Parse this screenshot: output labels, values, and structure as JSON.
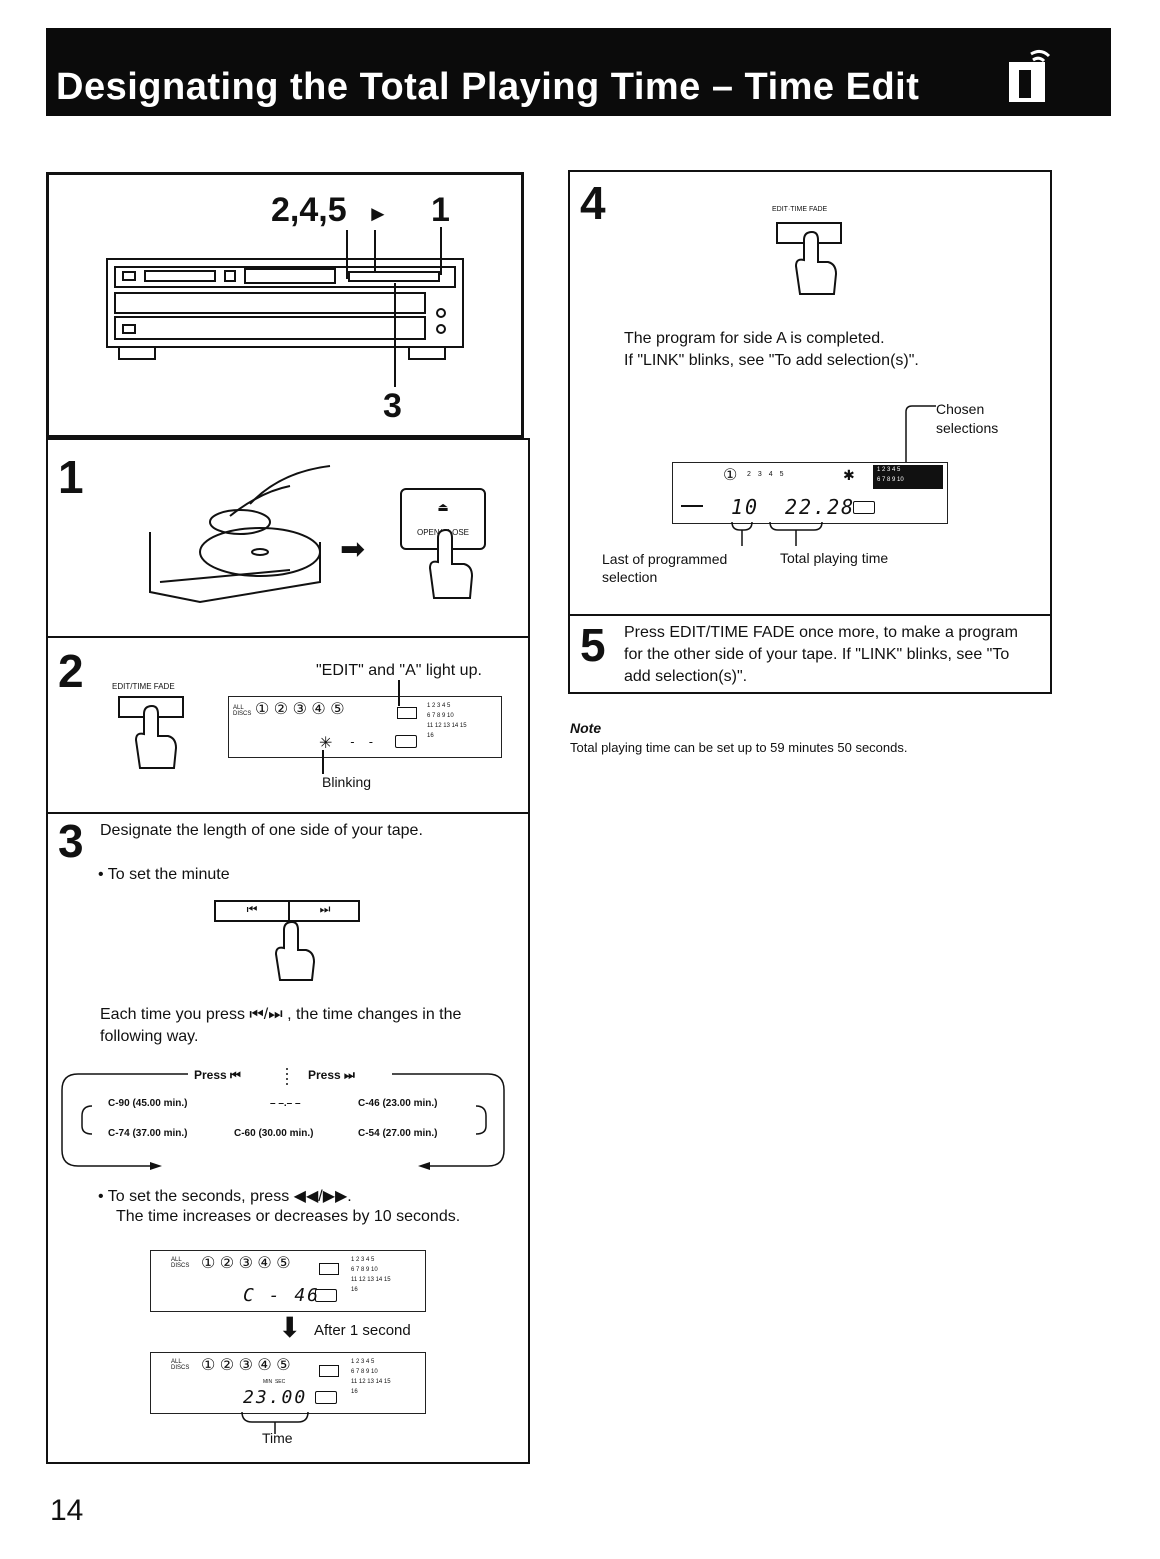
{
  "header": {
    "title": "Designating the Total Playing Time – Time Edit"
  },
  "figure": {
    "callout_245": "2,4,5",
    "callout_1": "1",
    "callout_3": "3"
  },
  "step1": {
    "number": "1",
    "button_label": "OPEN/CLOSE"
  },
  "step2": {
    "number": "2",
    "button_label": "EDIT/TIME FADE",
    "caption": "\"EDIT\" and \"A\" light up.",
    "blinking_label": "Blinking",
    "display_dashes": "- -"
  },
  "step3": {
    "number": "3",
    "text": "Designate the length of one side of your tape.",
    "bullet_minute": "• To set the minute",
    "each_time": "Each time you press ⏮/⏭ , the time changes in the following way.",
    "press_prev": "Press ⏮",
    "press_next": "Press ⏭",
    "row1_left": "C-90 (45.00 min.)",
    "row1_mid": "– –.– –",
    "row1_right": "C-46 (23.00 min.)",
    "row2_left": "C-74 (37.00 min.)",
    "row2_mid": "C-60 (30.00 min.)",
    "row2_right": "C-54 (27.00 min.)",
    "bullet_seconds": "• To set the seconds, press ◀◀/▶▶.",
    "seconds_note": "The time increases or decreases by 10 seconds.",
    "display_before": "C - 46",
    "after_label": "After 1 second",
    "display_after": "23.00",
    "time_label": "Time"
  },
  "step4": {
    "number": "4",
    "button_label": "EDIT·TIME FADE",
    "line1": "The program for side A is completed.",
    "line2": "If \"LINK\" blinks, see \"To add selection(s)\".",
    "chosen": "Chosen selections",
    "display_num": "10",
    "display_time": "22.28",
    "last_label": "Last of programmed selection",
    "total_label": "Total playing time"
  },
  "step5": {
    "number": "5",
    "text": "Press EDIT/TIME FADE once more, to make a program for the other side of your tape. If \"LINK\" blinks, see \"To add selection(s)\"."
  },
  "note": {
    "heading": "Note",
    "text": "Total playing time can be set up to 59 minutes 50 seconds."
  },
  "page_number": "14",
  "display": {
    "all_discs": "ALL DISCS",
    "discs": [
      "①",
      "②",
      "③",
      "④",
      "⑤"
    ],
    "tracks_row1": "1 2 3 4 5",
    "tracks_row2": "6 7 8 9 10",
    "tracks_row3": "11 12 13 14 15",
    "tracks_row4": "16",
    "min_sec": "MIN  SEC"
  }
}
